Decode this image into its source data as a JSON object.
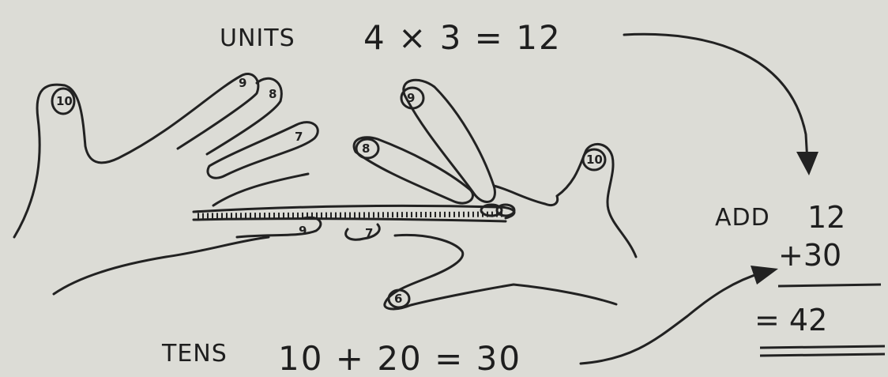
{
  "units": {
    "label": "UNITS",
    "expression": "4 × 3 = 12"
  },
  "tens": {
    "label": "TENS",
    "expression": "10 + 20 = 30"
  },
  "addition": {
    "label": "ADD",
    "top": "12",
    "second": "+30",
    "result": "= 42"
  },
  "left_hand_fingers": [
    "10",
    "9",
    "8",
    "7",
    "9"
  ],
  "right_hand_fingers": [
    "9",
    "8",
    "10",
    "7",
    "6"
  ]
}
